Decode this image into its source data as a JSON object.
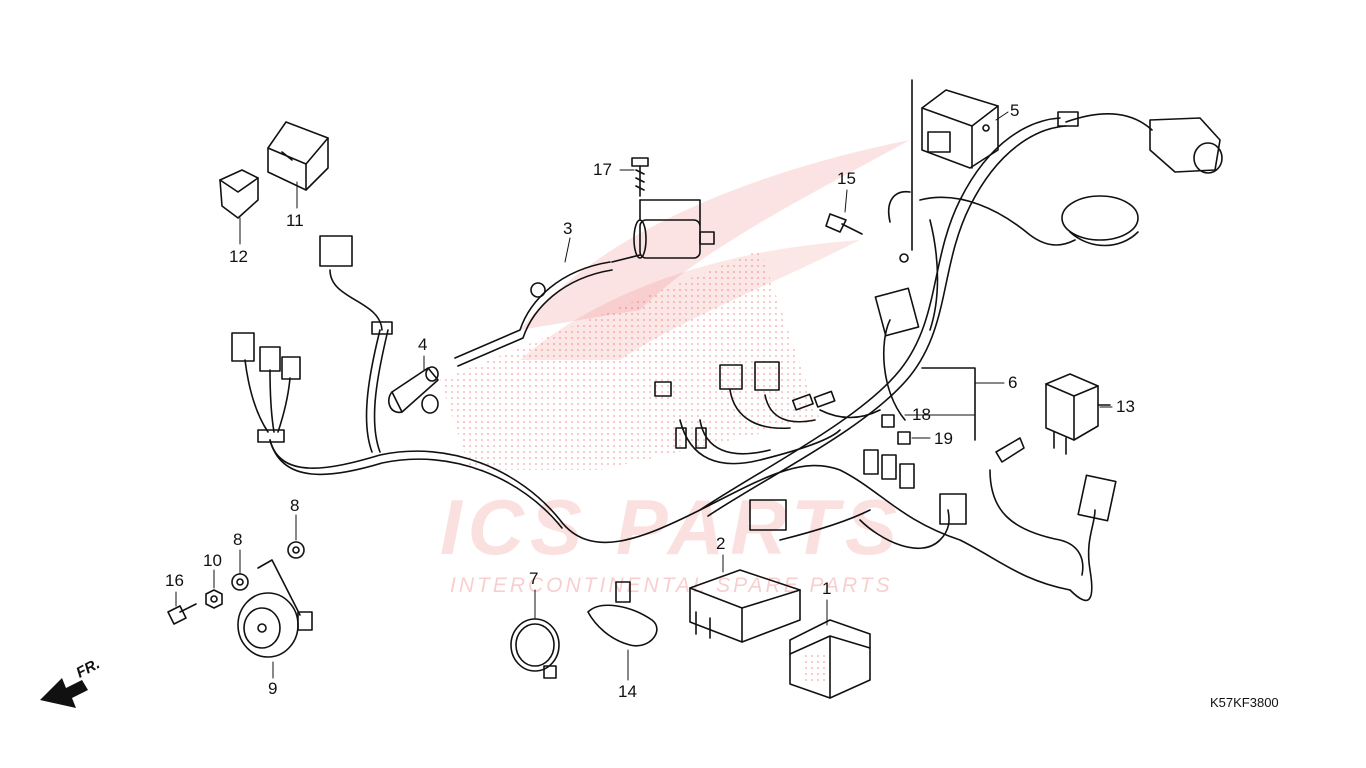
{
  "diagram": {
    "code": "K57KF3800",
    "front_label": "FR.",
    "watermark": {
      "main": "ICS PARTS",
      "sub": "INTERCONTINENTAL SPARE PARTS"
    },
    "callouts": [
      "1",
      "2",
      "3",
      "4",
      "5",
      "6",
      "7",
      "8",
      "8",
      "9",
      "10",
      "11",
      "12",
      "13",
      "14",
      "15",
      "16",
      "17",
      "18",
      "19"
    ]
  },
  "colors": {
    "line": "#111111",
    "watermark": "#e83c3c"
  }
}
